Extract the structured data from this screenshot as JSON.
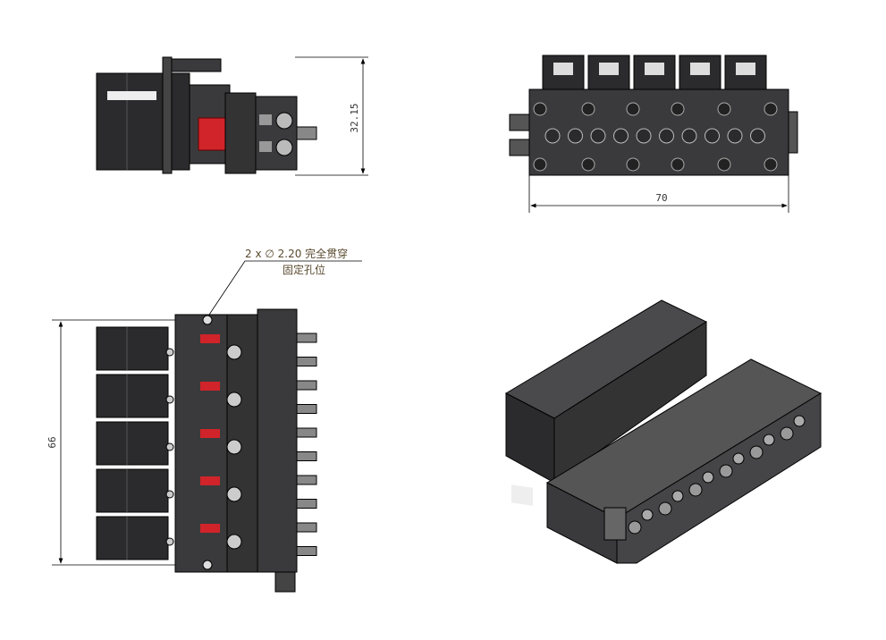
{
  "dimensions": {
    "height_top_view": "32.15",
    "width_front_view": "70",
    "height_side_view": "66"
  },
  "annotation": {
    "line1": "2 x ∅ 2.20 完全贯穿",
    "line2": "固定孔位"
  },
  "colors": {
    "body": "#3a3a3c",
    "dark": "#232325",
    "accent": "#d0242a",
    "line": "#000000"
  }
}
